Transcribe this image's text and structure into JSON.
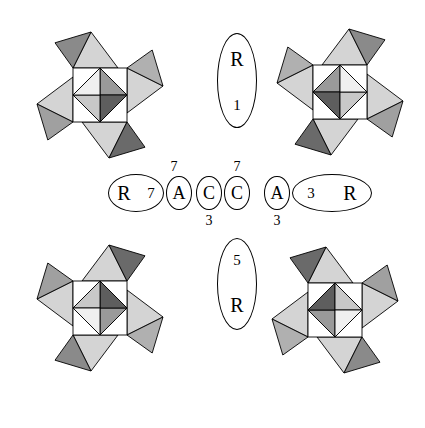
{
  "diagram": {
    "nodes": [
      {
        "text": [
          "R",
          "1"
        ]
      },
      {
        "text": [
          "R",
          "7"
        ]
      },
      {
        "text": [
          "A"
        ]
      },
      {
        "text": [
          "C"
        ]
      },
      {
        "text": [
          "C"
        ]
      },
      {
        "text": [
          "A"
        ]
      },
      {
        "text": [
          "3",
          "R"
        ]
      },
      {
        "text": [
          "5",
          "R"
        ]
      }
    ],
    "labels": [
      "7",
      "7",
      "3",
      "3"
    ]
  }
}
